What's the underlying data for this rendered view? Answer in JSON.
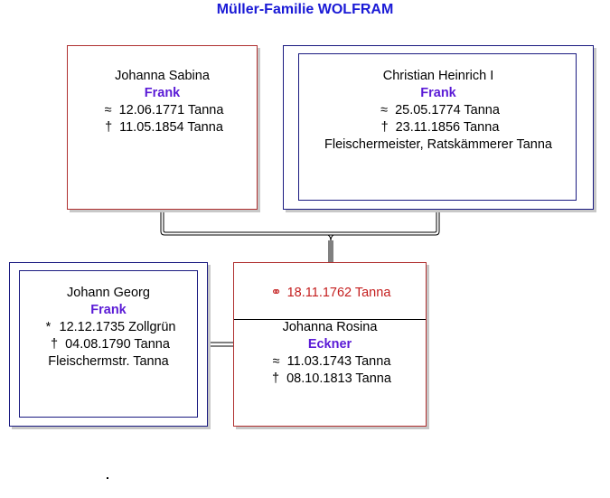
{
  "title": "Müller-Familie WOLFRAM",
  "mother": {
    "given": "Johanna Sabina",
    "surname": "Frank",
    "baptism_symbol": "≈",
    "baptism": "12.06.1771 Tanna",
    "death_symbol": "†",
    "death": "11.05.1854 Tanna"
  },
  "father": {
    "given": "Christian Heinrich I",
    "surname": "Frank",
    "baptism_symbol": "≈",
    "baptism": "25.05.1774 Tanna",
    "death_symbol": "†",
    "death": "23.11.1856 Tanna",
    "occupation": "Fleischermeister, Ratskämmerer Tanna"
  },
  "husband": {
    "given": "Johann Georg",
    "surname": "Frank",
    "birth_symbol": "*",
    "birth": "12.12.1735 Zollgrün",
    "death_symbol": "†",
    "death": "04.08.1790 Tanna",
    "occupation": "Fleischermstr. Tanna"
  },
  "wife": {
    "marriage_symbol": "⚭",
    "marriage": "18.11.1762 Tanna",
    "given": "Johanna Rosina",
    "surname": "Eckner",
    "baptism_symbol": "≈",
    "baptism": "11.03.1743 Tanna",
    "death_symbol": "†",
    "death": "08.10.1813 Tanna"
  },
  "colors": {
    "title": "#1a1ad6",
    "surname": "#5a1ad6",
    "marriage": "#c41e1e",
    "border_red": "#b03030",
    "border_blue": "#1a1a80"
  }
}
